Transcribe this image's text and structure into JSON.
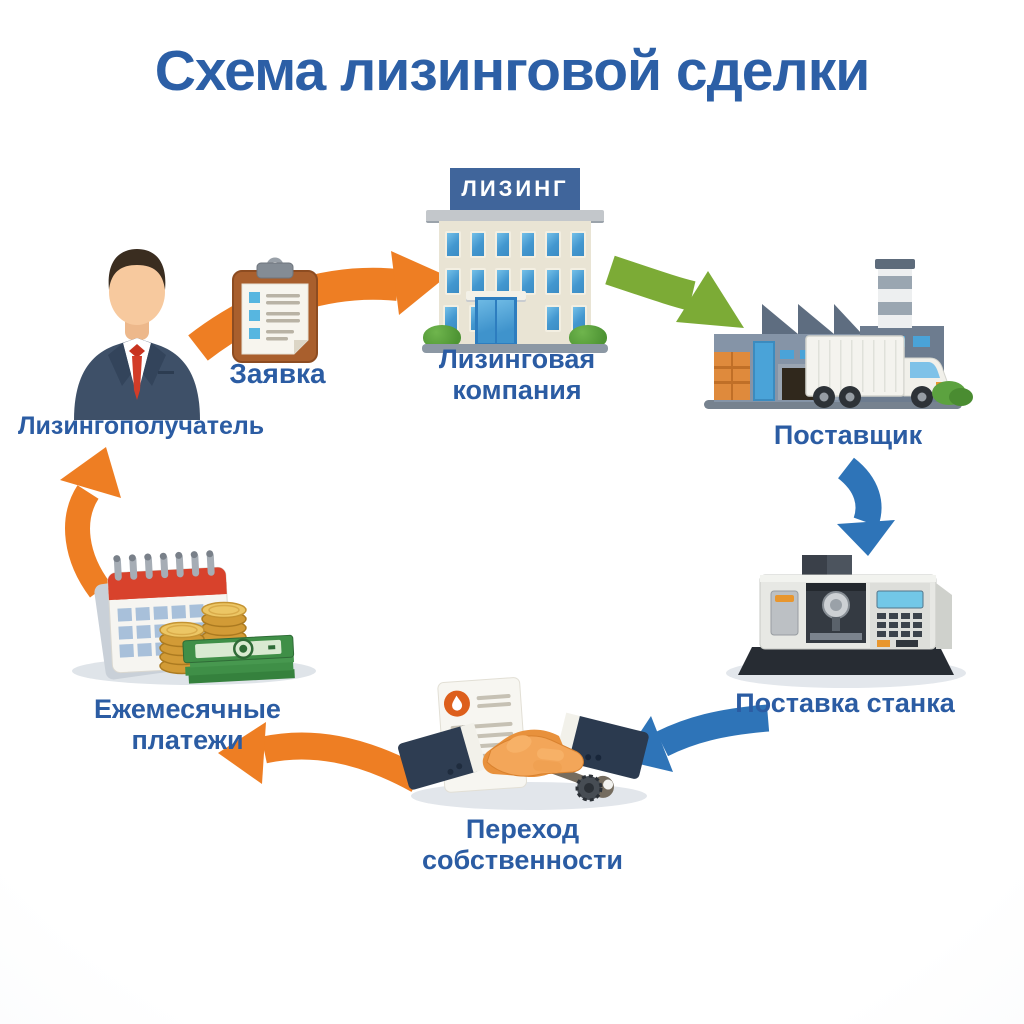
{
  "title": "Схема лизинговой сделки",
  "nodes": {
    "lessee": {
      "label": "Лизингополучатель",
      "icon": "businessman-icon"
    },
    "application": {
      "label": "Заявка",
      "icon": "clipboard-icon"
    },
    "leasing_company": {
      "label": "Лизинговая компания",
      "sign": "ЛИЗИНГ",
      "icon": "office-building-icon"
    },
    "supplier": {
      "label": "Поставщик",
      "icon": "factory-icon"
    },
    "machine_delivery": {
      "label": "Поставка станка",
      "icon": "cnc-machine-icon"
    },
    "ownership_transfer": {
      "label": "Переход собственности",
      "icon": "handshake-icon"
    },
    "monthly_payments": {
      "label": "Ежемесячные платежи",
      "icon": "calendar-money-icon"
    }
  },
  "flow": [
    {
      "from": "lessee",
      "to": "leasing_company",
      "via": "application",
      "color": "#ee7e23"
    },
    {
      "from": "leasing_company",
      "to": "supplier",
      "color": "#7cab36"
    },
    {
      "from": "supplier",
      "to": "machine_delivery",
      "color": "#2e74b8"
    },
    {
      "from": "machine_delivery",
      "to": "ownership_transfer",
      "color": "#2e74b8"
    },
    {
      "from": "ownership_transfer",
      "to": "monthly_payments",
      "color": "#ee7e23"
    },
    {
      "from": "monthly_payments",
      "to": "lessee",
      "color": "#ee7e23"
    }
  ],
  "colors": {
    "title_text": "#2c5fa6",
    "label_text": "#2b5ca3",
    "arrow_orange": "#ee7e23",
    "arrow_green": "#7cab36",
    "arrow_blue": "#2e74b8",
    "background": "#fafbfc"
  }
}
